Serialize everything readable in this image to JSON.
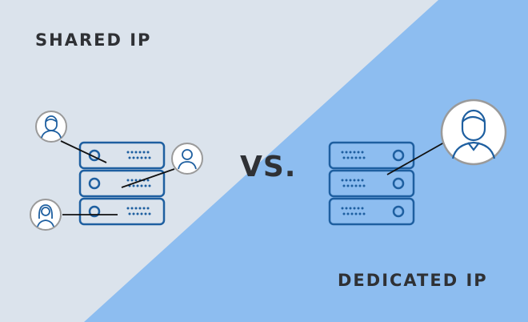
{
  "labels": {
    "shared": "SHARED IP",
    "vs": "VS.",
    "dedicated": "DEDICATED IP"
  },
  "colors": {
    "left_background": "#dbe3ec",
    "right_background": "#8dbdf0",
    "server_stroke": "#1e5fa0",
    "text": "#2f3135",
    "avatar_ring": "#9a9a9a"
  },
  "icons": [
    "server-rack-icon",
    "user-icon",
    "user-female-icon",
    "user-male-icon"
  ]
}
